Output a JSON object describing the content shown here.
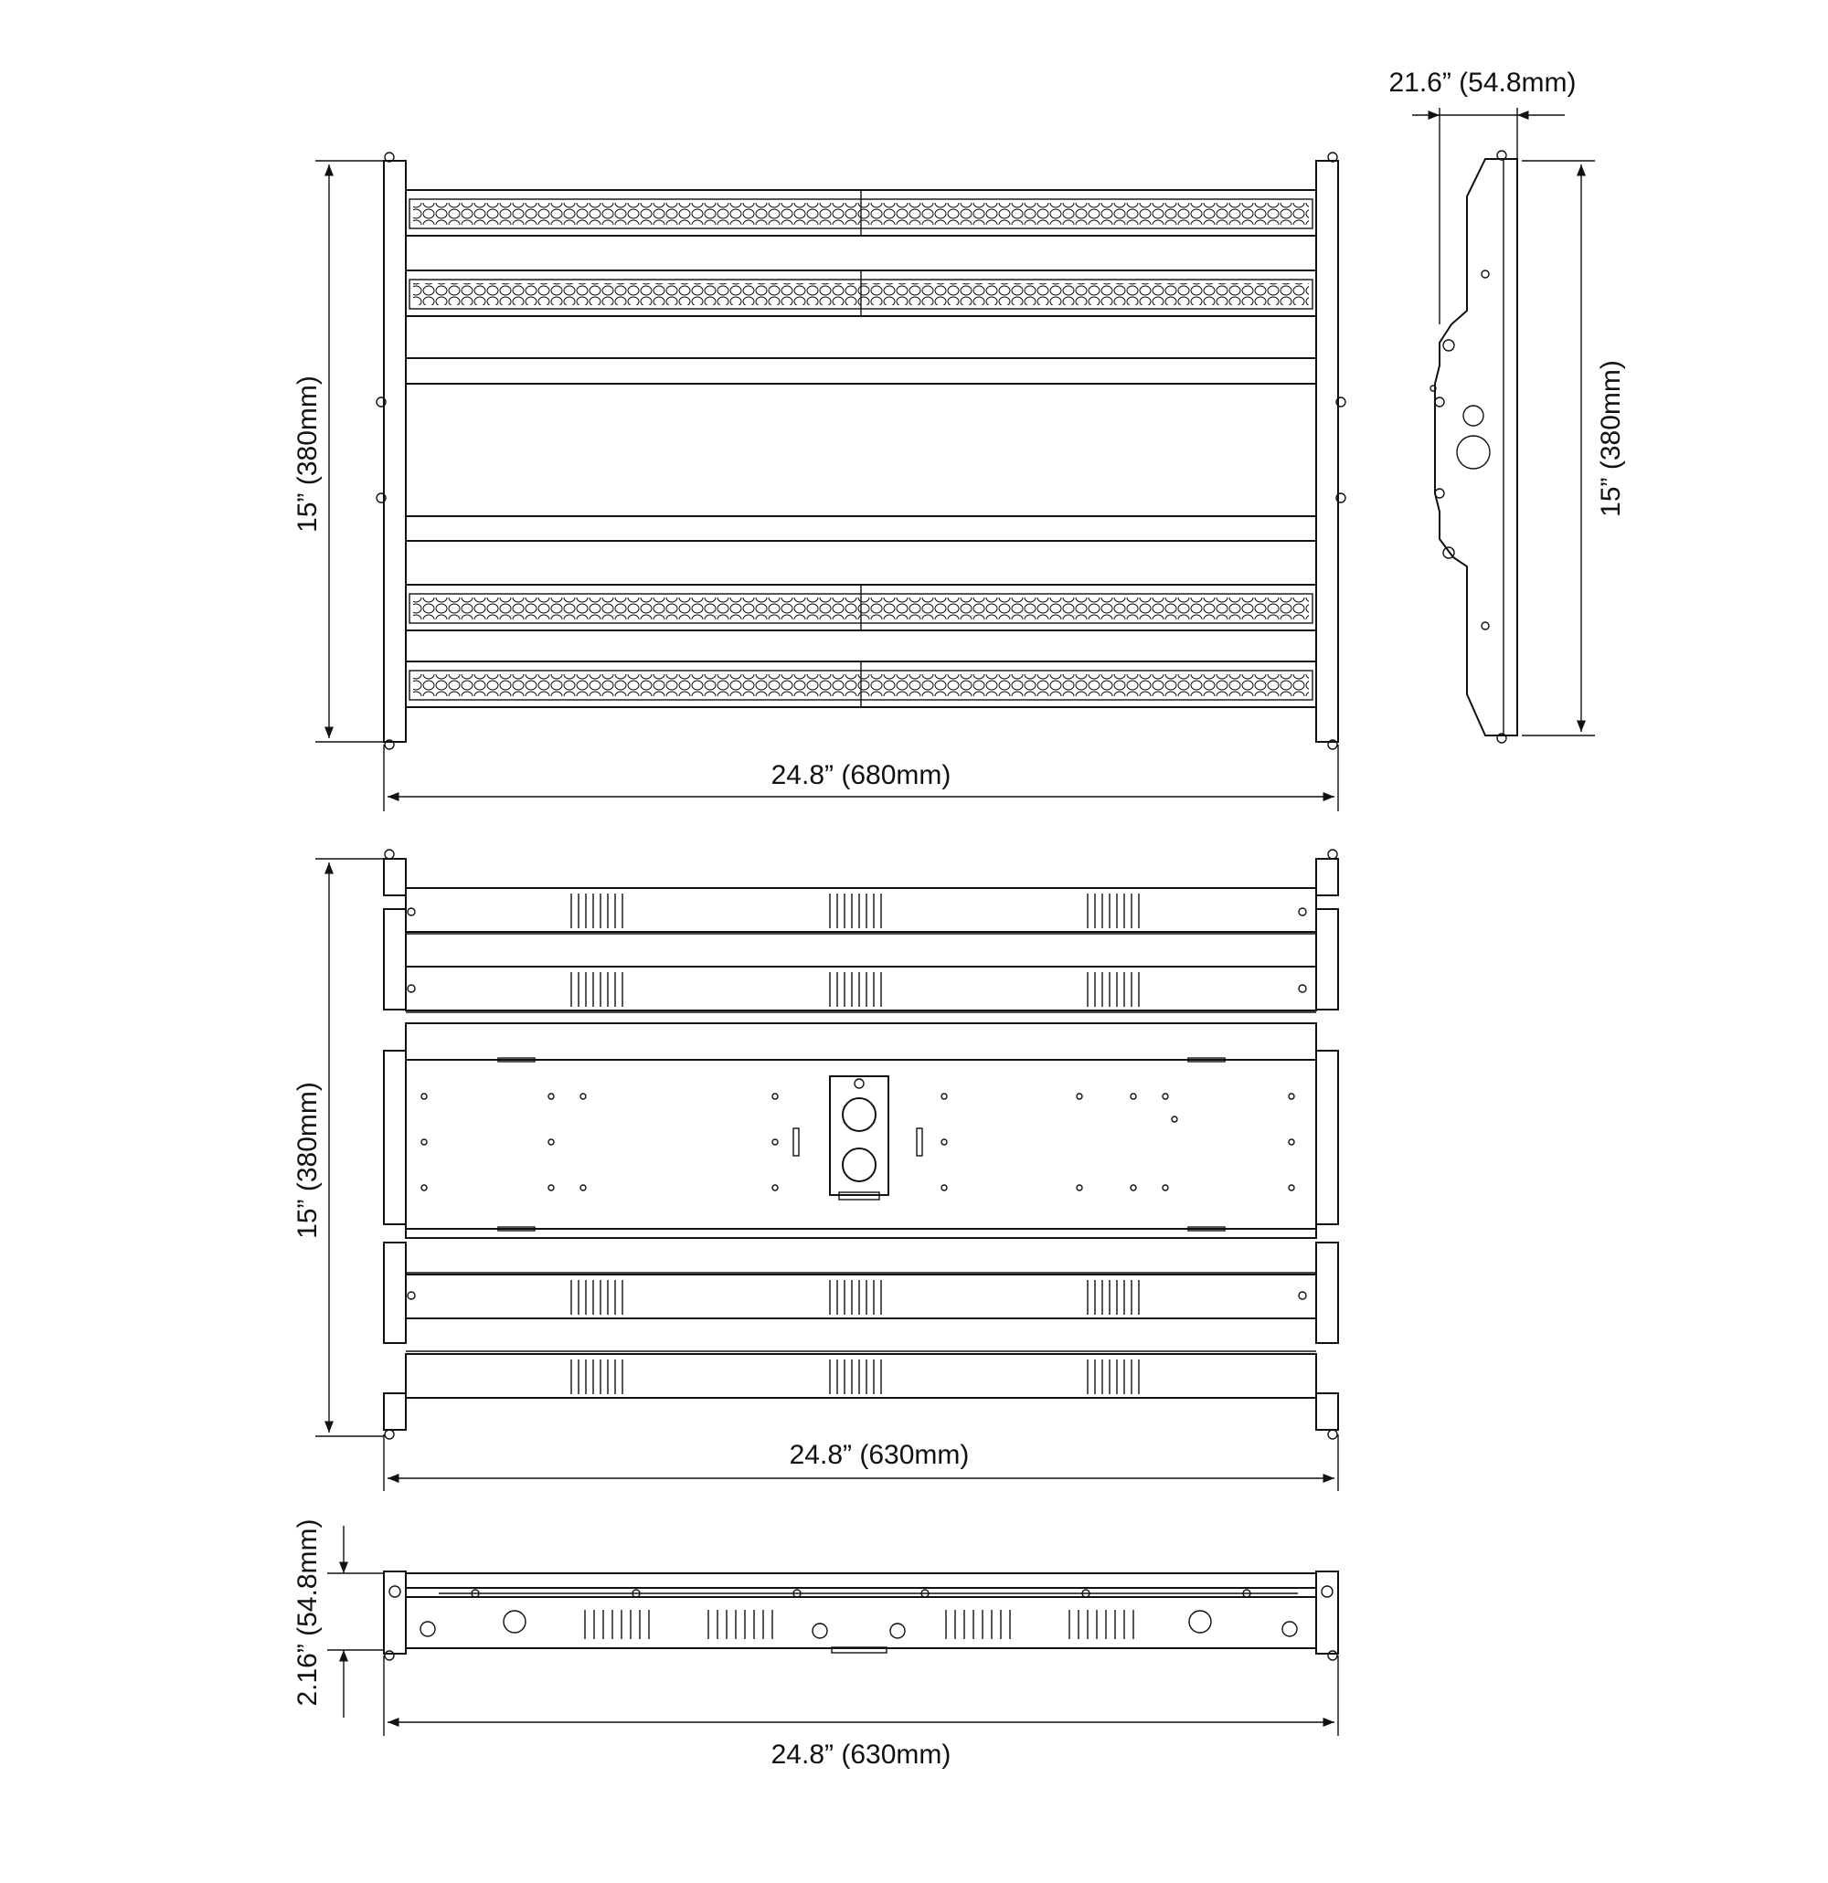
{
  "dimensions": {
    "side_depth": "21.6” (54.8mm)",
    "front_height": "15” (380mm)",
    "side_height": "15” (380mm)",
    "front_width": "24.8” (680mm)",
    "back_height": "15” (380mm)",
    "back_width": "24.8” (630mm)",
    "bottom_height": "2.16” (54.8mm)",
    "bottom_width": "24.8” (630mm)"
  },
  "colors": {
    "line": "#111111",
    "background": "#ffffff"
  }
}
